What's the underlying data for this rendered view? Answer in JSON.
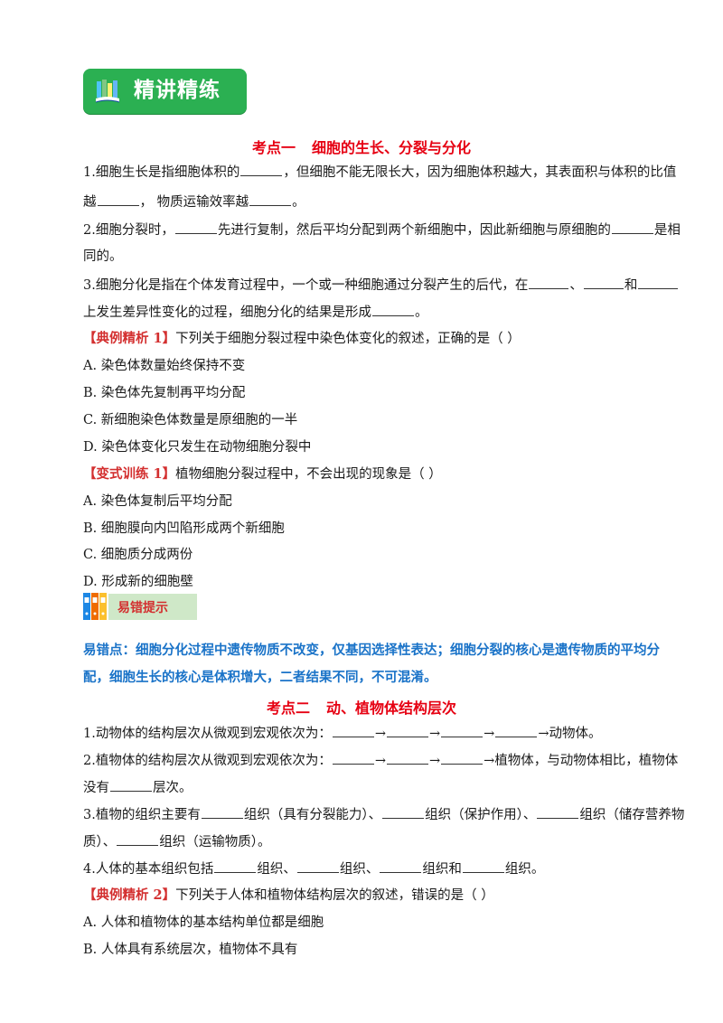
{
  "banner": {
    "title": "精讲精练"
  },
  "section1": {
    "heading_a": "考点一",
    "heading_b": "细胞的生长、分裂与分化",
    "l1a": "1.细胞生长是指细胞体积的",
    "l1b": "，但细胞不能无限长大，因为细胞体积越大，其表面积与体积的比值",
    "l2a": "越",
    "l2b": "，  物质运输效率越",
    "l2c": "。",
    "l3a": "2.细胞分裂时，",
    "l3b": "先进行复制，然后平均分配到两个新细胞中，因此新细胞与原细胞的",
    "l3c": "是相",
    "l4": "同的。",
    "l5a": "3.细胞分化是指在个体发育过程中，一个或一种细胞通过分裂产生的后代，在",
    "l5b": "、",
    "l5c": "和",
    "l6a": "上发生差异性变化的过程，细胞分化的结果是形成",
    "l6b": "。"
  },
  "example1": {
    "tag": "【典例精析 1】",
    "question": "下列关于细胞分裂过程中染色体变化的叙述，正确的是（    ）",
    "options": [
      "A.  染色体数量始终保持不变",
      "B.  染色体先复制再平均分配",
      "C.  新细胞染色体数量是原细胞的一半",
      "D.  染色体变化只发生在动物细胞分裂中"
    ]
  },
  "practice1": {
    "tag": "【变式训练 1】",
    "question": "植物细胞分裂过程中，不会出现的现象是（    ）",
    "options": [
      "A.  染色体复制后平均分配",
      "B.  细胞膜向内凹陷形成两个新细胞",
      "C.  细胞质分成两份",
      "D.  形成新的细胞壁"
    ]
  },
  "warning": {
    "label": "易错提示",
    "line1": "易错点：细胞分化过程中遗传物质不改变，仅基因选择性表达；细胞分裂的核心是遗传物质的平均分",
    "line2": "配，细胞生长的核心是体积增大，二者结果不同，不可混淆。"
  },
  "section2": {
    "heading_a": "考点二",
    "heading_b": "动、植物体结构层次",
    "l1a": "1.动物体的结构层次从微观到宏观依次为：",
    "arrow": "→",
    "l1b": "动物体。",
    "l2a": "2.植物体的结构层次从微观到宏观依次为：",
    "l2b": "植物体，与动物体相比，植物体",
    "l3a": "没有",
    "l3b": "层次。",
    "l4a": "3.植物的组织主要有",
    "l4b": "组织（具有分裂能力）、",
    "l4c": "组织（保护作用）、",
    "l4d": "组织（储存营养物",
    "l5a": "质）、",
    "l5b": "组织（运输物质）。",
    "l6a": "4.人体的基本组织包括",
    "l6b": "组织、",
    "l6c": "组织、",
    "l6d": "组织和",
    "l6e": "组织。"
  },
  "example2": {
    "tag": "【典例精析 2】",
    "question": "下列关于人体和植物体结构层次的叙述，错误的是（    ）",
    "options": [
      "A.  人体和植物体的基本结构单位都是细胞",
      "B.  人体具有系统层次，植物体不具有"
    ]
  }
}
